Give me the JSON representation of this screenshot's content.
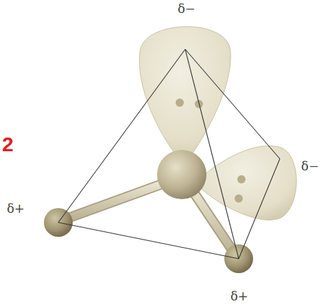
{
  "diagram": {
    "labels": [
      "δ−",
      "δ−",
      "δ+",
      "δ+",
      "2"
    ]
  }
}
